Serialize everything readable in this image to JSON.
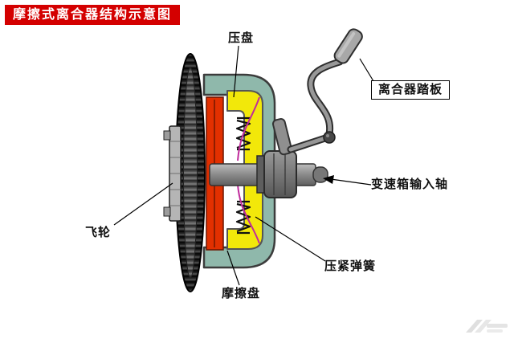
{
  "title": "摩擦式离合器结构示意图",
  "labels": {
    "pressure_plate": "压盘",
    "clutch_pedal": "离合器踏板",
    "input_shaft": "变速箱输入轴",
    "compression_spring": "压紧弹簧",
    "friction_disc": "摩擦盘",
    "flywheel": "飞轮"
  },
  "colors": {
    "title_background": "#d40000",
    "title_text": "#ffffff",
    "housing": "#8fb8ab",
    "pressure_plate": "#f2e80a",
    "friction_disc": "#e23000",
    "spring_link_line": "#c02b9b",
    "label_text": "#111111"
  }
}
